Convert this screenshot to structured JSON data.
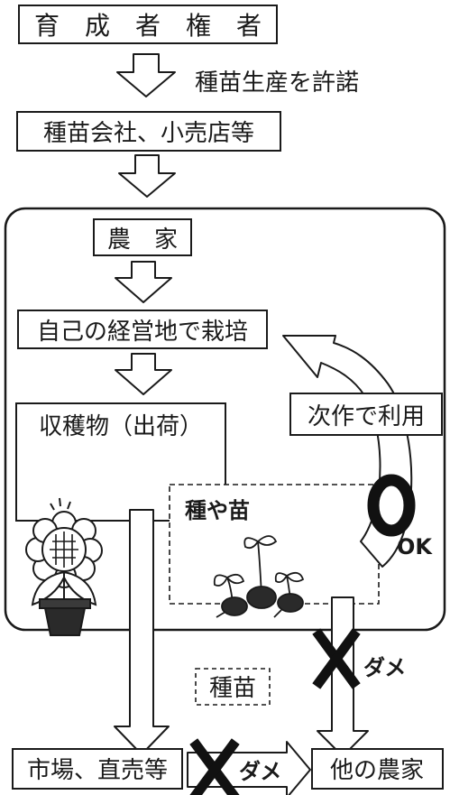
{
  "breeder": "育　成　者　権　者",
  "permission_label": "種苗生産を許諾",
  "seed_company": "種苗会社、小売店等",
  "farmer": "農　家",
  "cultivate": "自己の経営地で栽培",
  "harvest": "収穫物（出荷）",
  "next_crop": "次作で利用",
  "seeds_seedlings": "種や苗",
  "ok": "OK",
  "ng_1": "ダメ",
  "seedling_label": "種苗",
  "market": "市場、直売等",
  "ng_2": "ダメ",
  "other_farmers": "他の農家",
  "colors": {
    "line": "#1a1a1a",
    "background": "#ffffff"
  }
}
